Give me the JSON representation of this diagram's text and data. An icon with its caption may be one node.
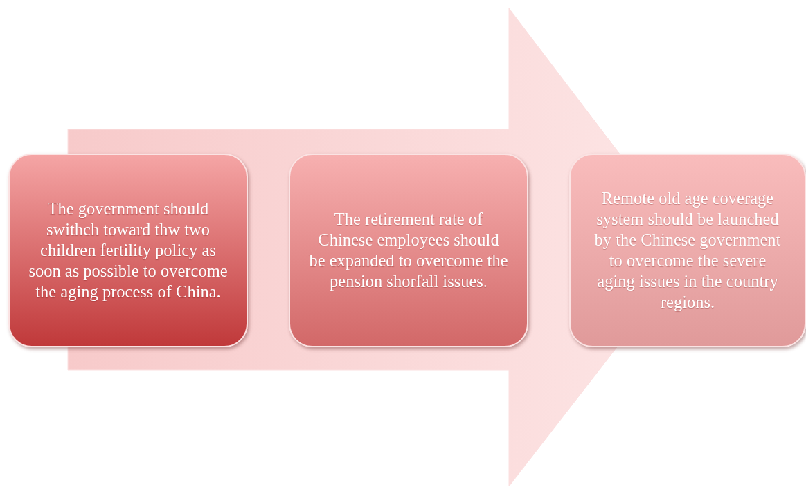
{
  "diagram": {
    "nodes": [
      {
        "text": [
          "The government should swithch toward thw two children fertility policy as soon as possible to overcome the aging process of China."
        ]
      },
      {
        "text": [
          "The retirement rate of Chinese employees should be expanded to overcome the pension shorfall issues."
        ]
      },
      {
        "text": [
          "Remote old age coverage system should be launched by the Chinese government to overcome the severe aging issues in the country regions."
        ]
      }
    ],
    "edges": [
      {
        "from": 0,
        "to": 2,
        "arrow": "to"
      }
    ]
  }
}
